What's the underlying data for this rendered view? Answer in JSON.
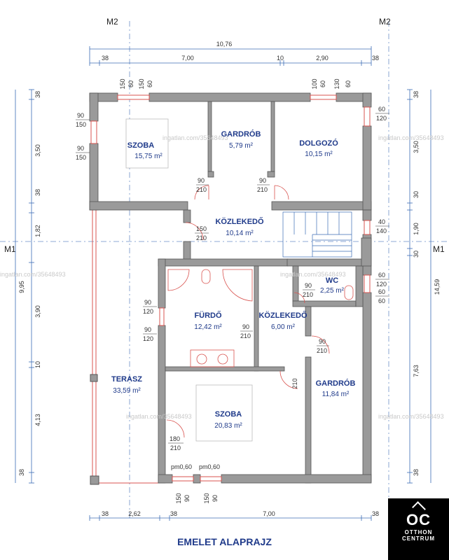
{
  "title": "EMELET ALAPRAJZ",
  "logo": {
    "mark": "OC",
    "line1": "OTTHON",
    "line2": "CENTRUM"
  },
  "axes": {
    "m1": "M1",
    "m2": "M2"
  },
  "watermark": "ingatlan.com/35648493",
  "rooms": [
    {
      "id": "szoba1",
      "name": "SZOBA",
      "area": "15,75 m²"
    },
    {
      "id": "gardrob1",
      "name": "GARDRÓB",
      "area": "5,79 m²"
    },
    {
      "id": "dolgozo",
      "name": "DOLGOZÓ",
      "area": "10,15 m²"
    },
    {
      "id": "kozlekedo1",
      "name": "KÖZLEKEDŐ",
      "area": "10,14 m²"
    },
    {
      "id": "wc",
      "name": "WC",
      "area": "2,25 m²"
    },
    {
      "id": "furdo",
      "name": "FÜRDŐ",
      "area": "12,42 m²"
    },
    {
      "id": "kozlekedo2",
      "name": "KÖZLEKEDŐ",
      "area": "6,00 m²"
    },
    {
      "id": "gardrob2",
      "name": "GARDRÓB",
      "area": "11,84 m²"
    },
    {
      "id": "terasz",
      "name": "TERASZ",
      "area": "33,59 m²"
    },
    {
      "id": "szoba2",
      "name": "SZOBA",
      "area": "20,83 m²"
    }
  ],
  "dimensions": {
    "top_total": "10,76",
    "top_segments": [
      "38",
      "7,00",
      "10",
      "2,90",
      "38"
    ],
    "bottom_segments": [
      "38",
      "2,62",
      "38",
      "7,00",
      "38"
    ],
    "left_segments": [
      "38",
      "3,50",
      "38",
      "1,82",
      "9,95",
      "3,90",
      "10",
      "4,13",
      "38"
    ],
    "right_segments": [
      "38",
      "3,50",
      "30",
      "1,90",
      "30",
      "14,59",
      "7,63",
      "38"
    ],
    "window_top_left": [
      "150",
      "60",
      "150",
      "60"
    ],
    "window_top_right": [
      "100",
      "60",
      "130",
      "60"
    ],
    "window_bottom": [
      "150",
      "90",
      "150",
      "90"
    ],
    "pm": [
      "pm0,60",
      "pm0,60"
    ],
    "openings": [
      {
        "id": "o1",
        "top": "90",
        "bottom": "150"
      },
      {
        "id": "o2",
        "top": "90",
        "bottom": "150"
      },
      {
        "id": "o3",
        "top": "90",
        "bottom": "210"
      },
      {
        "id": "o4",
        "top": "90",
        "bottom": "210"
      },
      {
        "id": "o5",
        "top": "150",
        "bottom": "210"
      },
      {
        "id": "o6",
        "top": "60",
        "bottom": "120"
      },
      {
        "id": "o7",
        "top": "40",
        "bottom": "140"
      },
      {
        "id": "o8",
        "top": "60",
        "bottom": "120"
      },
      {
        "id": "o9",
        "top": "60",
        "bottom": "60"
      },
      {
        "id": "o10",
        "top": "90",
        "bottom": "210"
      },
      {
        "id": "o11",
        "top": "90",
        "bottom": "120"
      },
      {
        "id": "o12",
        "top": "90",
        "bottom": "120"
      },
      {
        "id": "o13",
        "top": "90",
        "bottom": "210"
      },
      {
        "id": "o14",
        "top": "90",
        "bottom": "210"
      },
      {
        "id": "o15",
        "top": "180",
        "bottom": "210"
      }
    ],
    "door_vertical": "210"
  },
  "colors": {
    "wall": "#9a9a9a",
    "wall_stroke": "#555555",
    "accent": "#1f3a8a",
    "window": "#d9534f",
    "dim_line": "#3b6cb5"
  }
}
